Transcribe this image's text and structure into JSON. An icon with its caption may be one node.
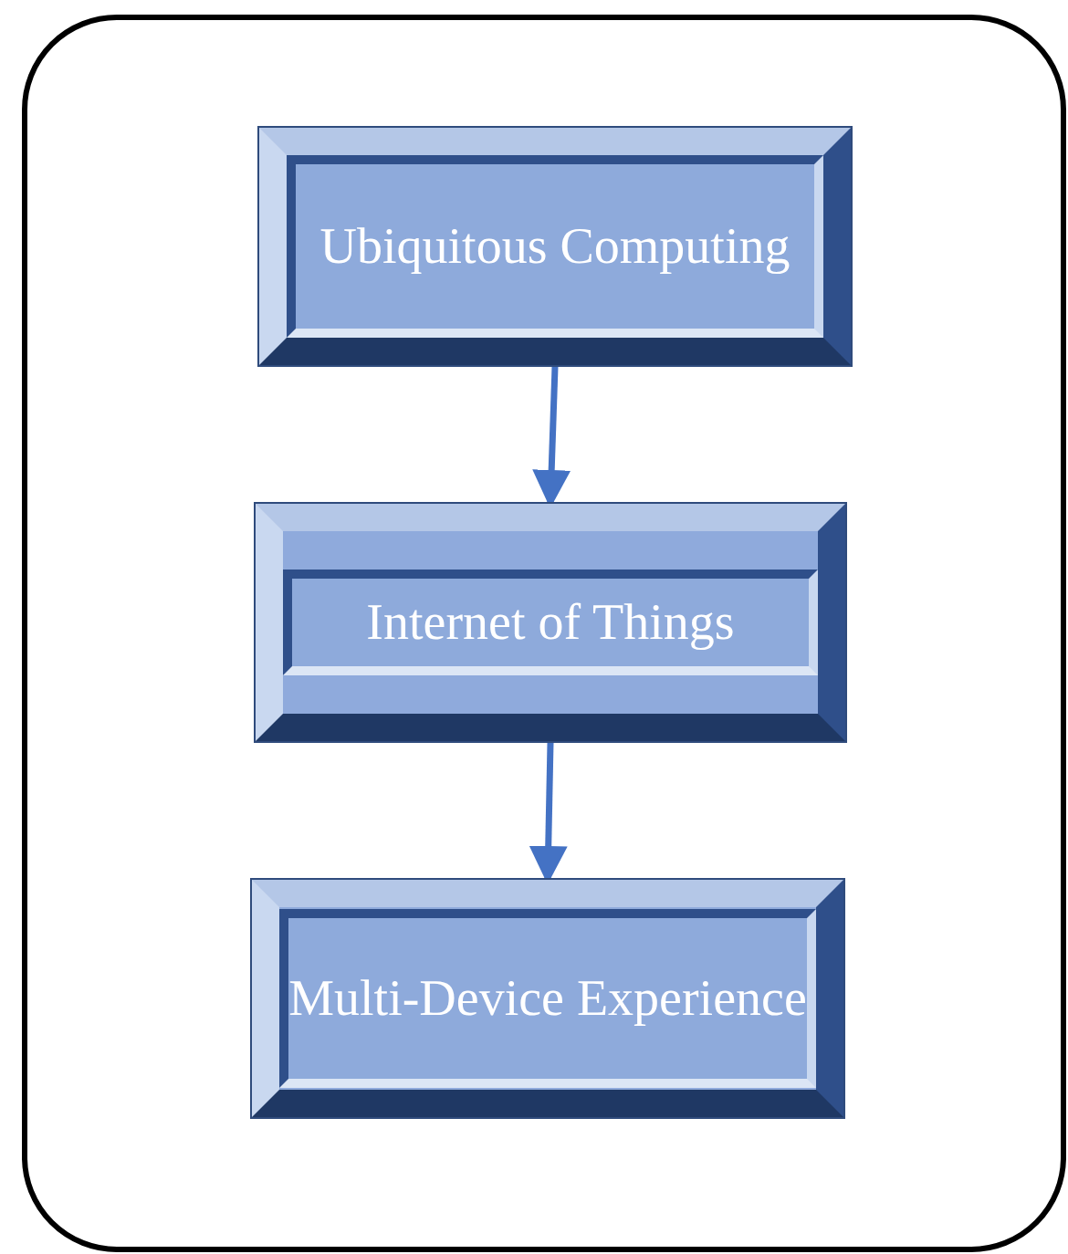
{
  "diagram": {
    "nodes": [
      {
        "text": [
          "Ubiquitous Computing"
        ]
      },
      {
        "text": [
          "Internet of Things"
        ]
      },
      {
        "text": [
          "Multi-Device Experience"
        ]
      }
    ],
    "edges": [
      {
        "from": 0,
        "to": 1,
        "arrow": "to"
      },
      {
        "from": 1,
        "to": 2,
        "arrow": "to"
      }
    ]
  }
}
